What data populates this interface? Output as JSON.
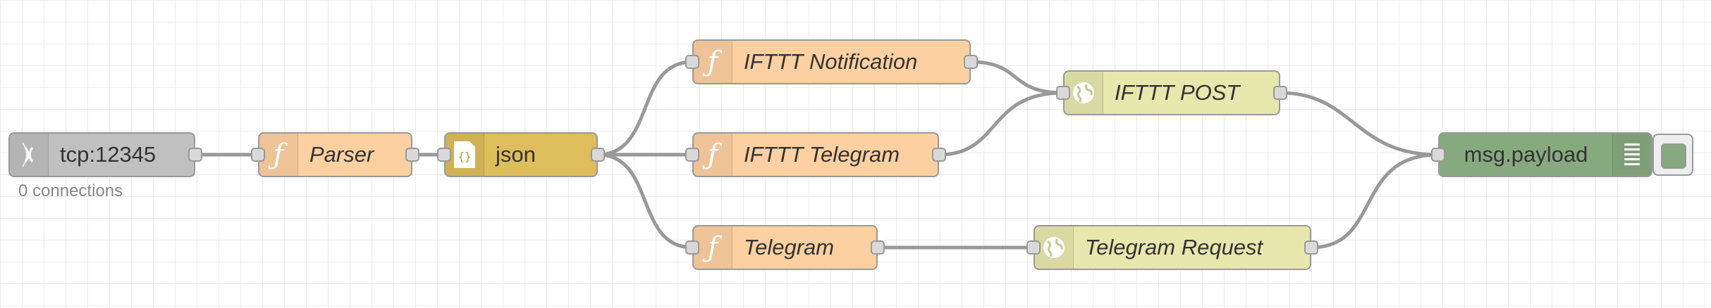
{
  "colors": {
    "tcp_in": "#c0c0c0",
    "function": "#fdd0a2",
    "json": "#debd5c",
    "http_request": "#e7e7ae",
    "debug": "#87a980",
    "wire": "#999999"
  },
  "nodes": {
    "tcp": {
      "label": "tcp:12345",
      "status": "0 connections",
      "icon": "tcp-signal-icon"
    },
    "parser": {
      "label": "Parser",
      "icon": "function-icon"
    },
    "json": {
      "label": "json",
      "icon": "json-braces-icon"
    },
    "ifttt_notification": {
      "label": "IFTTT Notification",
      "icon": "function-icon"
    },
    "ifttt_telegram": {
      "label": "IFTTT Telegram",
      "icon": "function-icon"
    },
    "telegram": {
      "label": "Telegram",
      "icon": "function-icon"
    },
    "ifttt_post": {
      "label": "IFTTT POST",
      "icon": "globe-icon"
    },
    "telegram_request": {
      "label": "Telegram Request",
      "icon": "globe-icon"
    },
    "debug": {
      "label": "msg.payload",
      "icon": "debug-list-icon"
    }
  }
}
